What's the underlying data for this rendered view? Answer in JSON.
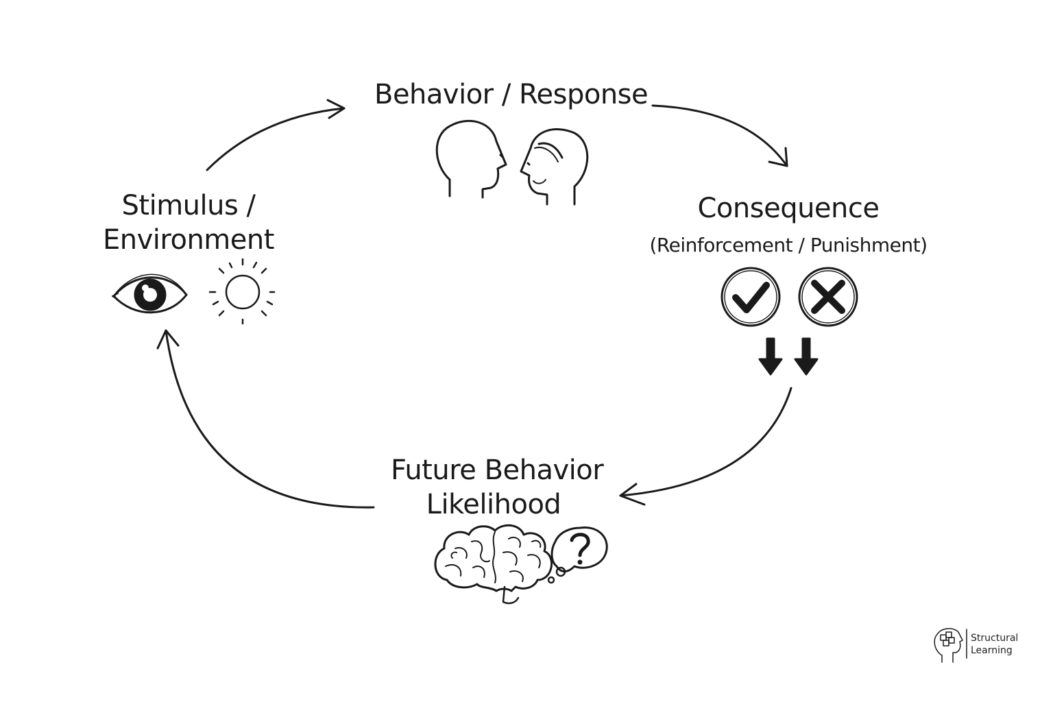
{
  "stages": {
    "stimulus": {
      "title_line1": "Stimulus /",
      "title_line2": "Environment",
      "icons": [
        "eye-icon",
        "sun-icon"
      ]
    },
    "behavior": {
      "title": "Behavior / Response",
      "icons": [
        "head-profile-left-icon",
        "head-profile-right-icon"
      ]
    },
    "consequence": {
      "title": "Consequence",
      "subtitle": "(Reinforcement / Punishment)",
      "icons": [
        "checkmark-circle-icon",
        "x-circle-icon",
        "down-arrow-icon",
        "down-arrow-icon"
      ]
    },
    "future": {
      "title_line1": "Future Behavior",
      "title_line2": "Likelihood",
      "icons": [
        "brain-icon",
        "question-thought-bubble-icon"
      ]
    }
  },
  "cycle_arrows": [
    {
      "from": "Stimulus / Environment",
      "to": "Behavior / Response"
    },
    {
      "from": "Behavior / Response",
      "to": "Consequence (Reinforcement / Punishment)"
    },
    {
      "from": "Consequence (Reinforcement / Punishment)",
      "to": "Future Behavior Likelihood"
    },
    {
      "from": "Future Behavior Likelihood",
      "to": "Stimulus / Environment"
    }
  ],
  "logo": {
    "line1": "Structural",
    "line2": "Learning"
  },
  "colors": {
    "ink": "#1a1a1a",
    "background": "#ffffff"
  }
}
